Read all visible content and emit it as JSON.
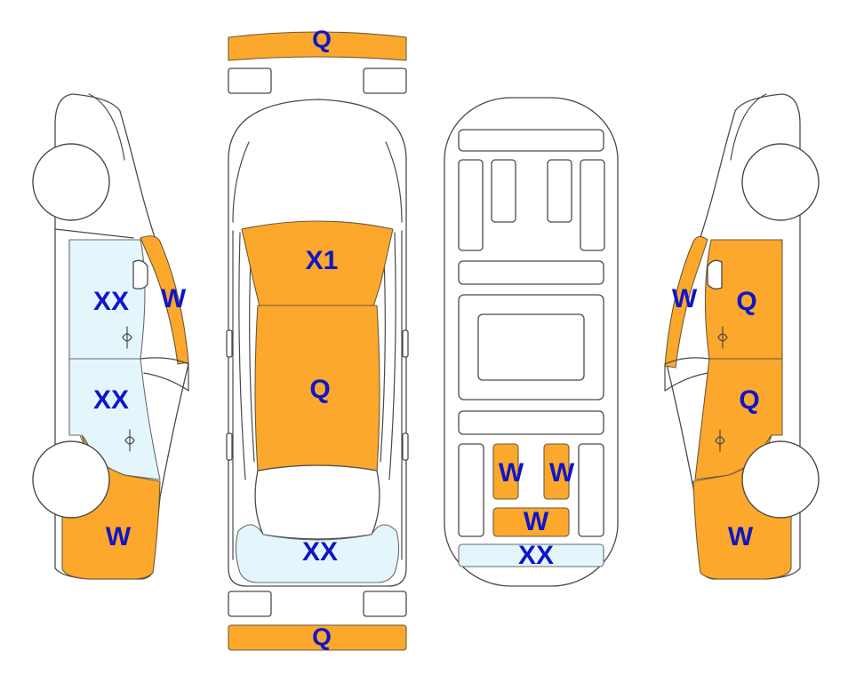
{
  "colors": {
    "damage_orange": "#fca82c",
    "glass_blue": "#e4f6fc",
    "label_blue": "#0f16c8",
    "outline": "#4a4a4a"
  },
  "labels": {
    "front_bumper": "Q",
    "rear_bumper": "Q",
    "hood": "X1",
    "roof": "Q",
    "rear_window": "XX",
    "left_front_door_glass": "XX",
    "left_rear_door_glass": "XX",
    "left_a_pillar": "W",
    "left_rear_quarter": "W",
    "right_a_pillar": "W",
    "right_front_door": "Q",
    "right_rear_door": "Q",
    "right_rear_quarter": "W",
    "underbody_left_rail": "W",
    "underbody_right_rail": "W",
    "underbody_crossmember": "W",
    "underbody_rear_panel": "XX"
  }
}
